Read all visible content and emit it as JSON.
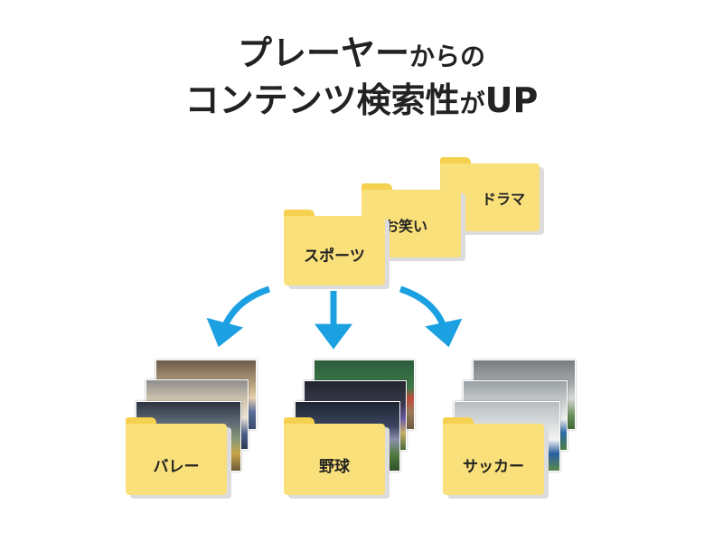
{
  "title": {
    "line1_main": "プレーヤー",
    "line1_suffix": "からの",
    "line2_main": "コンテンツ検索性",
    "line2_particle": "が",
    "line2_end": "UP"
  },
  "top_folders": [
    {
      "label": "スポーツ"
    },
    {
      "label": "お笑い"
    },
    {
      "label": "ドラマ"
    }
  ],
  "bottom_folders": [
    {
      "label": "バレー"
    },
    {
      "label": "野球"
    },
    {
      "label": "サッカー"
    }
  ],
  "colors": {
    "folder_body": "#fae07a",
    "folder_tab": "#f5d14f",
    "arrow": "#1ba0e2",
    "text": "#222222"
  }
}
